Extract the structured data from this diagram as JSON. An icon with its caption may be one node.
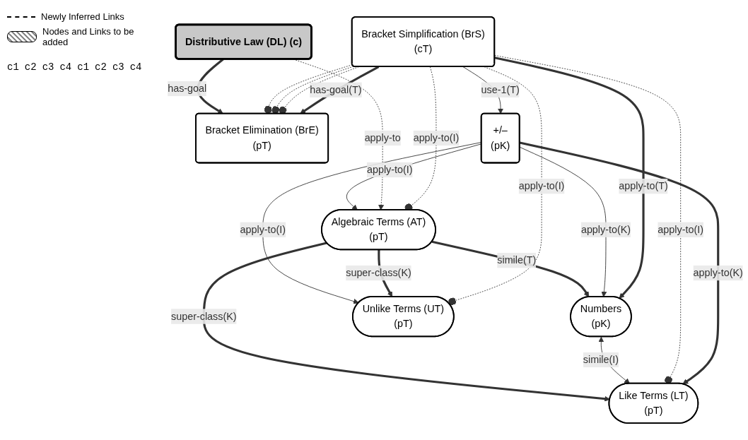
{
  "diagram": {
    "nodes": [
      {
        "text": [
          "Bracket Elimination (BrE)",
          "(pT)"
        ]
      },
      {
        "text": [
          "+/–",
          "(pK)"
        ]
      },
      {
        "text": [
          "Bracket Simplification (BrS)",
          "(cT)"
        ]
      },
      {
        "text": [
          "Distributive Law (DL) (c)"
        ]
      },
      {
        "text": [
          "Numbers",
          "(pK)"
        ]
      },
      {
        "text": [
          "Like Terms (LT)",
          "(pT)"
        ]
      },
      {
        "text": [
          "Unlike Terms (UT)",
          "(pT)"
        ]
      },
      {
        "text": [
          "Algebraic Terms (AT)",
          "(pT)"
        ]
      }
    ],
    "edges": [
      {
        "from": 2,
        "to": 0,
        "arrow": "to",
        "label": "has-goal(T)",
        "style": "thick"
      },
      {
        "from": 2,
        "to": 0,
        "arrow": "other",
        "style": "dashed"
      },
      {
        "from": 2,
        "to": 0,
        "arrow": "other",
        "style": "dashed"
      },
      {
        "from": 2,
        "to": 0,
        "arrow": "other",
        "style": "dashed"
      },
      {
        "from": 3,
        "to": 0,
        "arrow": "to",
        "label": "has-goal",
        "style": "thick"
      },
      {
        "from": 2,
        "to": 1,
        "arrow": "to",
        "label": "use-1(T)"
      },
      {
        "from": 2,
        "to": 4,
        "arrow": "to",
        "label": "apply-to(T)",
        "style": "thick"
      },
      {
        "from": 1,
        "to": 4,
        "arrow": "to",
        "label": "apply-to(K)"
      },
      {
        "from": 1,
        "to": 5,
        "arrow": "to",
        "label": "apply-to(K)",
        "style": "thick"
      },
      {
        "from": 2,
        "to": 5,
        "arrow": "other",
        "label": "apply-to(I)",
        "style": "dashed"
      },
      {
        "from": 2,
        "to": 7,
        "arrow": "other",
        "label": "apply-to(I)",
        "style": "dashed"
      },
      {
        "from": 2,
        "to": 6,
        "arrow": "other",
        "label": "apply-to(I)",
        "style": "dashed"
      },
      {
        "from": 3,
        "to": 7,
        "arrow": "to",
        "label": "apply-to",
        "style": "dashed"
      },
      {
        "from": 4,
        "to": 5,
        "arrow": "both",
        "label": "simile(I)"
      },
      {
        "from": 7,
        "to": 4,
        "arrow": "to",
        "label": "simile(T)",
        "style": "thick"
      },
      {
        "from": 7,
        "to": 5,
        "arrow": "to",
        "label": "super-class(K)",
        "style": "thick"
      },
      {
        "from": 7,
        "to": 6,
        "arrow": "to",
        "label": "super-class(K)",
        "style": "thick"
      },
      {
        "from": 1,
        "to": 7,
        "arrow": "to",
        "label": "apply-to(I)"
      },
      {
        "from": 1,
        "to": 6,
        "arrow": "to",
        "label": "apply-to(I)"
      }
    ],
    "labels": [
      "c1",
      "c2",
      "c3",
      "c4",
      "c1",
      "c2",
      "c3",
      "c4"
    ],
    "legend": [
      {
        "text": "Newly Inferred Links"
      },
      {
        "text": "Nodes and Links to be added"
      }
    ]
  }
}
